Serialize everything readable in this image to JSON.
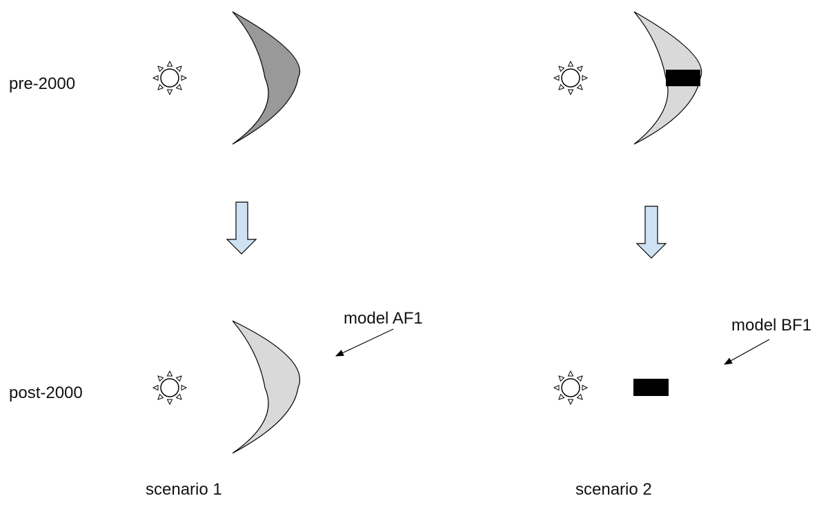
{
  "row_labels": {
    "pre": "pre-2000",
    "post": "post-2000"
  },
  "scenarios": {
    "s1": {
      "caption": "scenario 1",
      "model_label": "model AF1"
    },
    "s2": {
      "caption": "scenario 2",
      "model_label": "model BF1"
    }
  },
  "colors": {
    "crescent_dark": "#999999",
    "crescent_light": "#d9d9d9",
    "band": "#000000",
    "arrow_fill": "#cfe2f3",
    "outline": "#000000"
  },
  "icons": {
    "sun": "sun-icon",
    "crescent": "crescent-shape",
    "band": "black-bar",
    "down_arrow": "down-arrow-icon",
    "pointer": "pointer-arrow"
  }
}
